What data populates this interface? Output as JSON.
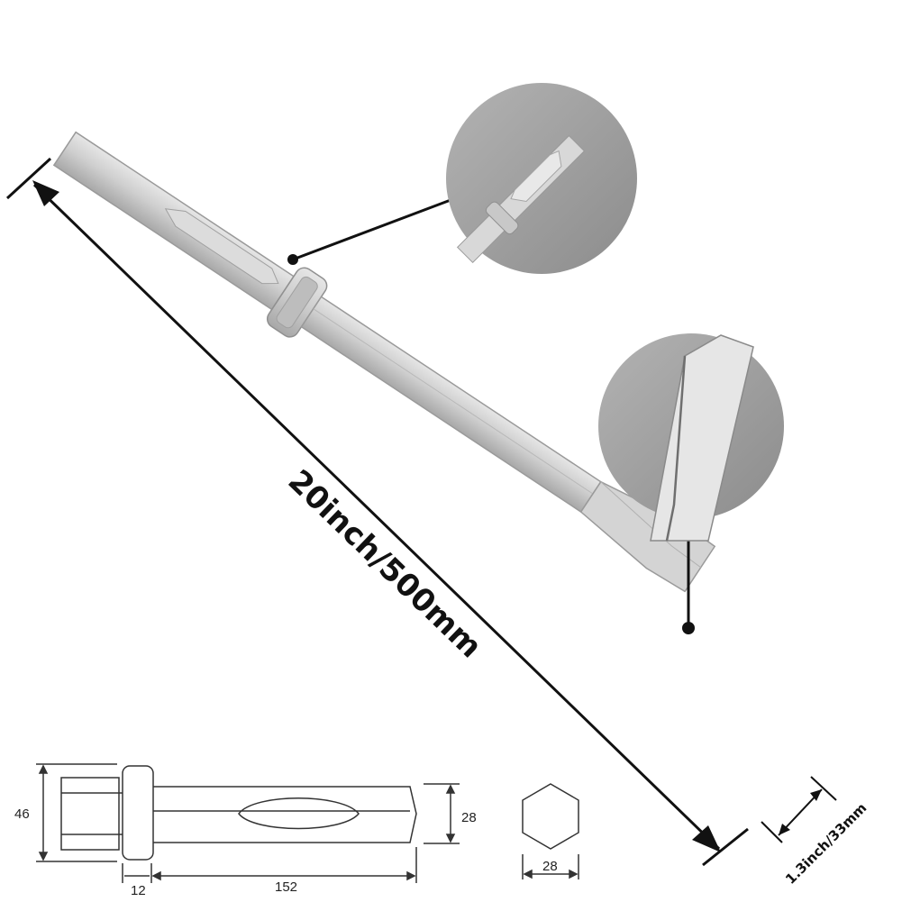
{
  "product": {
    "length_label": "20inch/500mm",
    "tip_width_label": "1.3inch/33mm"
  },
  "drawing": {
    "overall_shank_diameter": "46",
    "shank_hex_across": "28",
    "collar_width": "12",
    "shank_length": "152",
    "hex_section_across": "28"
  },
  "colors": {
    "steel": "#c9c9c9",
    "steel_dark": "#a9a9a9",
    "circle_bg": "#9b9b9b",
    "ink": "#111111"
  }
}
